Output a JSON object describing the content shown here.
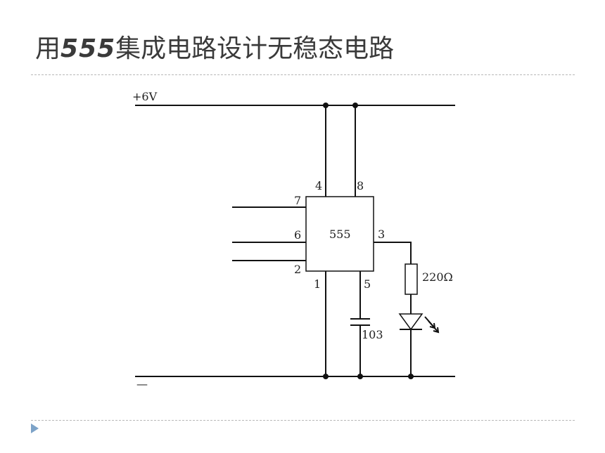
{
  "title": {
    "prefix": "用",
    "number": "555",
    "suffix": "集成电路设计无稳态电路"
  },
  "circuit": {
    "supply_label": "+6V",
    "ground_label": "—",
    "chip_label": "555",
    "pins": {
      "p4": "4",
      "p8": "8",
      "p7": "7",
      "p6": "6",
      "p2": "2",
      "p3": "3",
      "p1": "1",
      "p5": "5"
    },
    "resistor_label": "220Ω",
    "capacitor_label": "103"
  },
  "colors": {
    "title": "#3a3a3a",
    "rule": "#b8b8b8",
    "bullet": "#7da3c8",
    "wire": "#111111"
  }
}
